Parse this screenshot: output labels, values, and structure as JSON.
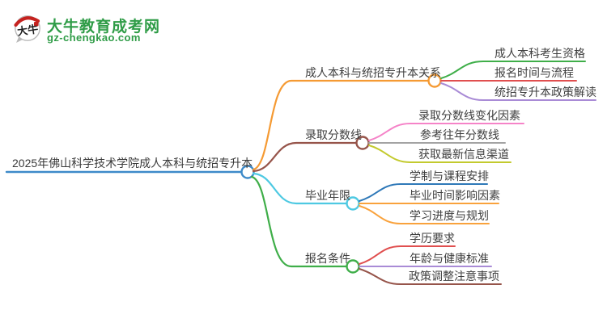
{
  "logo": {
    "icon_text": "大牛",
    "site_name": "大牛教育成考网",
    "site_url": "gz-chengkao.com",
    "colors": {
      "green": "#2f9c47",
      "red": "#c5221f",
      "outline": "#b9b9b9",
      "ink": "#1f1f1f"
    }
  },
  "mindmap": {
    "text_color": "#3f3f3f",
    "root": {
      "label": "2025年佛山科学技术学院成人本科与统招专升本",
      "color": "#3d8ac9"
    },
    "branches": [
      {
        "label": "成人本科与统招专升本关系",
        "color": "#f59a33",
        "children": [
          {
            "label": "成人本科考生资格",
            "color": "#3fae49"
          },
          {
            "label": "报名时间与流程",
            "color": "#e04f4f"
          },
          {
            "label": "统招专升本政策解读",
            "color": "#a98bd6"
          }
        ]
      },
      {
        "label": "录取分数线",
        "color": "#96544a",
        "children": [
          {
            "label": "录取分数线变化因素",
            "color": "#f583c8"
          },
          {
            "label": "参考往年分数线",
            "color": "#a3a3a3"
          },
          {
            "label": "获取最新信息渠道",
            "color": "#c3ca2e"
          }
        ]
      },
      {
        "label": "毕业年限",
        "color": "#4ec9e2",
        "children": [
          {
            "label": "学制与课程安排",
            "color": "#2e78b8"
          },
          {
            "label": "毕业时间影响因素",
            "color": "#f9a23c"
          },
          {
            "label": "学习进度与规划",
            "color": "#f9a23c"
          }
        ]
      },
      {
        "label": "报名条件",
        "color": "#3fae49",
        "children": [
          {
            "label": "学历要求",
            "color": "#e04f4f"
          },
          {
            "label": "年龄与健康标准",
            "color": "#a98bd6"
          },
          {
            "label": "政策调整注意事项",
            "color": "#96544a"
          }
        ]
      }
    ]
  }
}
